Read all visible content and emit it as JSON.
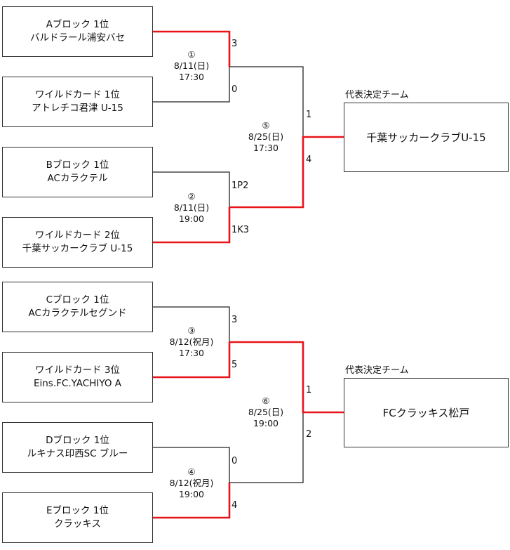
{
  "teams": [
    {
      "line1": "Aブロック 1位",
      "line2": "バルドラール浦安バセ"
    },
    {
      "line1": "ワイルドカード 1位",
      "line2": "アトレチコ君津 U-15"
    },
    {
      "line1": "Bブロック 1位",
      "line2": "ACカラクテル"
    },
    {
      "line1": "ワイルドカード 2位",
      "line2": "千葉サッカークラブ U-15"
    },
    {
      "line1": "Cブロック 1位",
      "line2": "ACカラクテルセグンド"
    },
    {
      "line1": "ワイルドカード 3位",
      "line2": "Eins.FC.YACHIYO A"
    },
    {
      "line1": "Dブロック 1位",
      "line2": "ルキナス印西SC ブルー"
    },
    {
      "line1": "Eブロック 1位",
      "line2": "クラッキス"
    }
  ],
  "matches": [
    {
      "no": "①",
      "date": "8/11(日)",
      "time": "17:30",
      "score_top": "3",
      "score_bottom": "0"
    },
    {
      "no": "②",
      "date": "8/11(日)",
      "time": "19:00",
      "score_top": "1P2",
      "score_bottom": "1K3"
    },
    {
      "no": "③",
      "date": "8/12(祝月)",
      "time": "17:30",
      "score_top": "3",
      "score_bottom": "5"
    },
    {
      "no": "④",
      "date": "8/12(祝月)",
      "time": "19:00",
      "score_top": "0",
      "score_bottom": "4"
    },
    {
      "no": "⑤",
      "date": "8/25(日)",
      "time": "17:30",
      "score_top": "1",
      "score_bottom": "4"
    },
    {
      "no": "⑥",
      "date": "8/25(日)",
      "time": "19:00",
      "score_top": "1",
      "score_bottom": "2"
    }
  ],
  "representatives": [
    {
      "label": "代表決定チーム",
      "name": "千葉サッカークラブU-15"
    },
    {
      "label": "代表決定チーム",
      "name": "FCクラッキス松戸"
    }
  ],
  "colors": {
    "winner_line": "#e8141a",
    "line": "#222222",
    "border": "#333333"
  }
}
